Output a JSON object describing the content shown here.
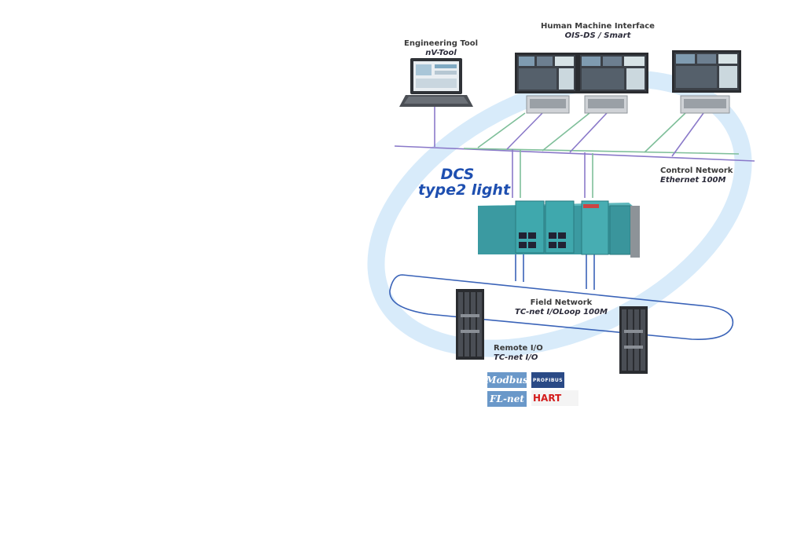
{
  "hmi": {
    "title": "Human Machine Interface",
    "subtitle": "OIS-DS / Smart"
  },
  "engineering": {
    "title": "Engineering Tool",
    "subtitle": "nV-Tool"
  },
  "control_network": {
    "title": "Control Network",
    "subtitle": "Ethernet 100M"
  },
  "dcs": {
    "line1": "DCS",
    "line2": "type2 light"
  },
  "field_network": {
    "title": "Field Network",
    "subtitle": "TC-net I/OLoop 100M"
  },
  "remote_io": {
    "title": "Remote I/O",
    "subtitle": "TC-net I/O"
  },
  "protocols": {
    "modbus": "Modbus",
    "flnet": "FL-net",
    "profibus": "PROFIBUS",
    "hart": "HART"
  },
  "colors": {
    "ellipse": "#d8ebfa",
    "dcs_text": "#1e4fb0",
    "purple_line": "#8a79c9",
    "green_line": "#7fbf9a",
    "field_loop": "#3a63b8",
    "controller": "#3b9aa1"
  }
}
